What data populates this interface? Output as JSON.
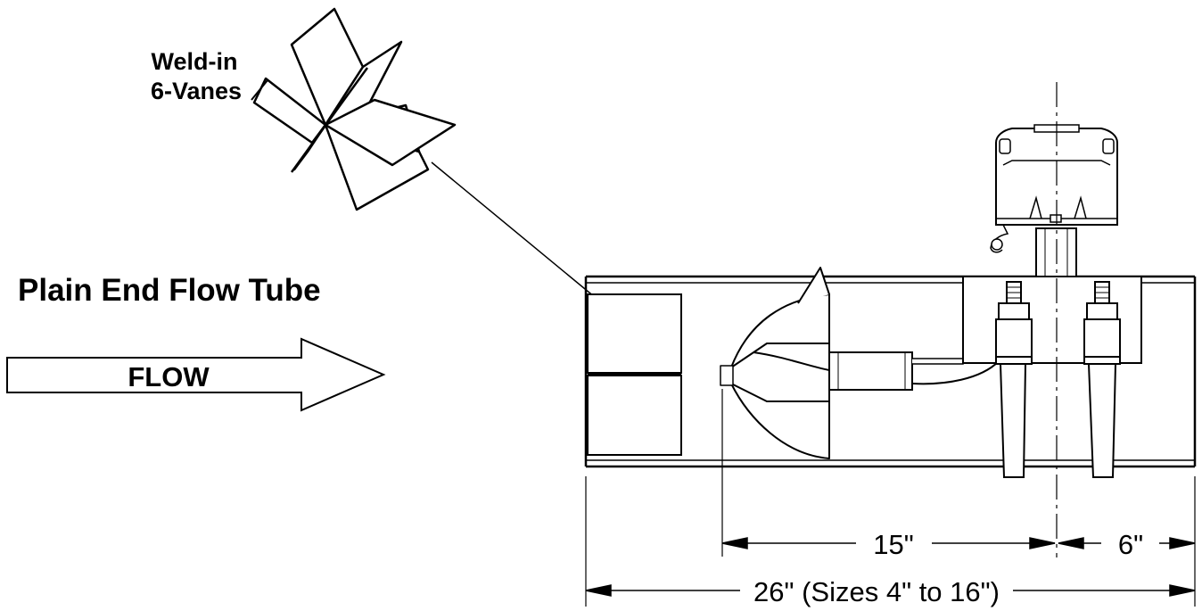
{
  "labels": {
    "vanes_line1": "Weld-in",
    "vanes_line2": "6-Vanes",
    "title": "Plain End Flow Tube",
    "flow": "FLOW"
  },
  "dimensions": {
    "d15": "15\"",
    "d6": "6\"",
    "d26": "26\" (Sizes 4\" to 16\")"
  },
  "colors": {
    "line": "#000000",
    "background": "#ffffff"
  }
}
